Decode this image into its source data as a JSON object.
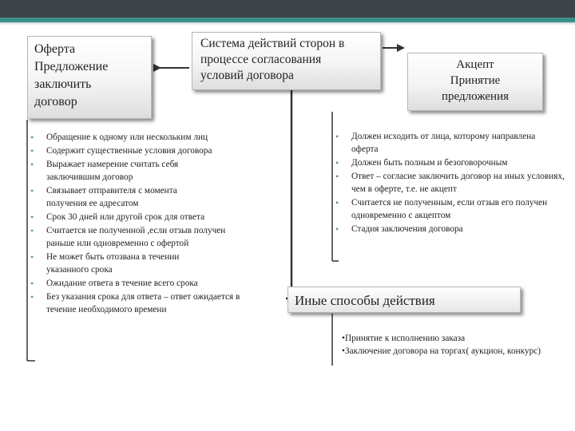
{
  "colors": {
    "top_bar": "#3f4449",
    "accent_bar": "#3e8f8c",
    "bullet": "#5a8fa8",
    "line": "#333333"
  },
  "offer": {
    "lines": [
      "Оферта",
      "Предложение",
      "заключить",
      "договор"
    ],
    "items": [
      "Обращение к одному или нескольким лиц",
      "Содержит существенные условия договора",
      "Выражает намерение считать себя заключившим договор",
      "Связывает отправителя с момента получения ее адресатом",
      "Срок 30 дней или другой срок для ответа",
      "Считается не полученной ,если отзыв получен  раньше или одновременно с офертой",
      "Не может быть отозвана в течении указанного срока",
      "Ожидание ответа в течение всего срока",
      "Без указания срока для ответа – ответ ожидается в течение необходимого времени"
    ]
  },
  "system": {
    "lines": [
      "Система действий сторон в",
      "процессе согласования",
      "условий договора"
    ]
  },
  "accept": {
    "lines": [
      "Акцепт",
      "Принятие",
      "предложения"
    ],
    "items": [
      "Должен исходить от лица, которому направлена оферта",
      "Должен быть полным и безоговорочным",
      "Ответ – согласие заключить договор на иных условиях, чем в оферте, т.е. не акцепт",
      "Считается не полученным, если отзыв его получен одновременно с акцептом",
      "Стадия заключения договора"
    ]
  },
  "other": {
    "title": "Иные способы действия",
    "items": [
      "Принятие к исполнению заказа",
      "Заключение договора на торгах( аукцион, конкурс)"
    ]
  }
}
